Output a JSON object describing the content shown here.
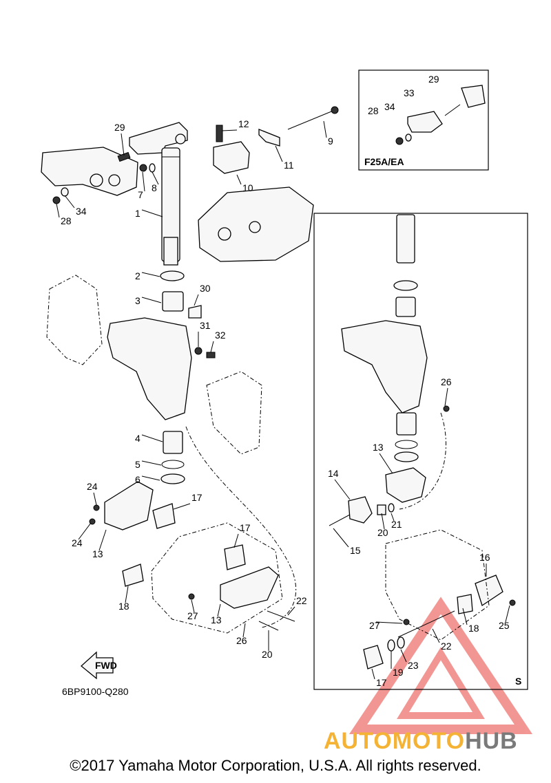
{
  "diagram_code": "6BP9100-Q280",
  "fwd_label": "FWD",
  "inset": {
    "label": "F25A/EA",
    "part_numbers": [
      "29",
      "33",
      "34",
      "28"
    ]
  },
  "section_mark": "S",
  "copyright": "©2017 Yamaha Motor Corporation, U.S.A. All rights reserved.",
  "watermark": {
    "part1": "AUTOMOTO",
    "part2": "HUB",
    "colors": {
      "part1": "#f5b335",
      "part2": "#7a7a7a",
      "triangle": "#e8413c"
    }
  },
  "callouts": [
    {
      "n": "29"
    },
    {
      "n": "12"
    },
    {
      "n": "9"
    },
    {
      "n": "7"
    },
    {
      "n": "8"
    },
    {
      "n": "11"
    },
    {
      "n": "10"
    },
    {
      "n": "28"
    },
    {
      "n": "34"
    },
    {
      "n": "1"
    },
    {
      "n": "2"
    },
    {
      "n": "30"
    },
    {
      "n": "3"
    },
    {
      "n": "31"
    },
    {
      "n": "32"
    },
    {
      "n": "4"
    },
    {
      "n": "5"
    },
    {
      "n": "6"
    },
    {
      "n": "24"
    },
    {
      "n": "17"
    },
    {
      "n": "24"
    },
    {
      "n": "13"
    },
    {
      "n": "17"
    },
    {
      "n": "18"
    },
    {
      "n": "27"
    },
    {
      "n": "13"
    },
    {
      "n": "22"
    },
    {
      "n": "26"
    },
    {
      "n": "20"
    },
    {
      "n": "26"
    },
    {
      "n": "13"
    },
    {
      "n": "14"
    },
    {
      "n": "15"
    },
    {
      "n": "20"
    },
    {
      "n": "21"
    },
    {
      "n": "16"
    },
    {
      "n": "27"
    },
    {
      "n": "18"
    },
    {
      "n": "25"
    },
    {
      "n": "22"
    },
    {
      "n": "23"
    },
    {
      "n": "19"
    },
    {
      "n": "17"
    }
  ]
}
